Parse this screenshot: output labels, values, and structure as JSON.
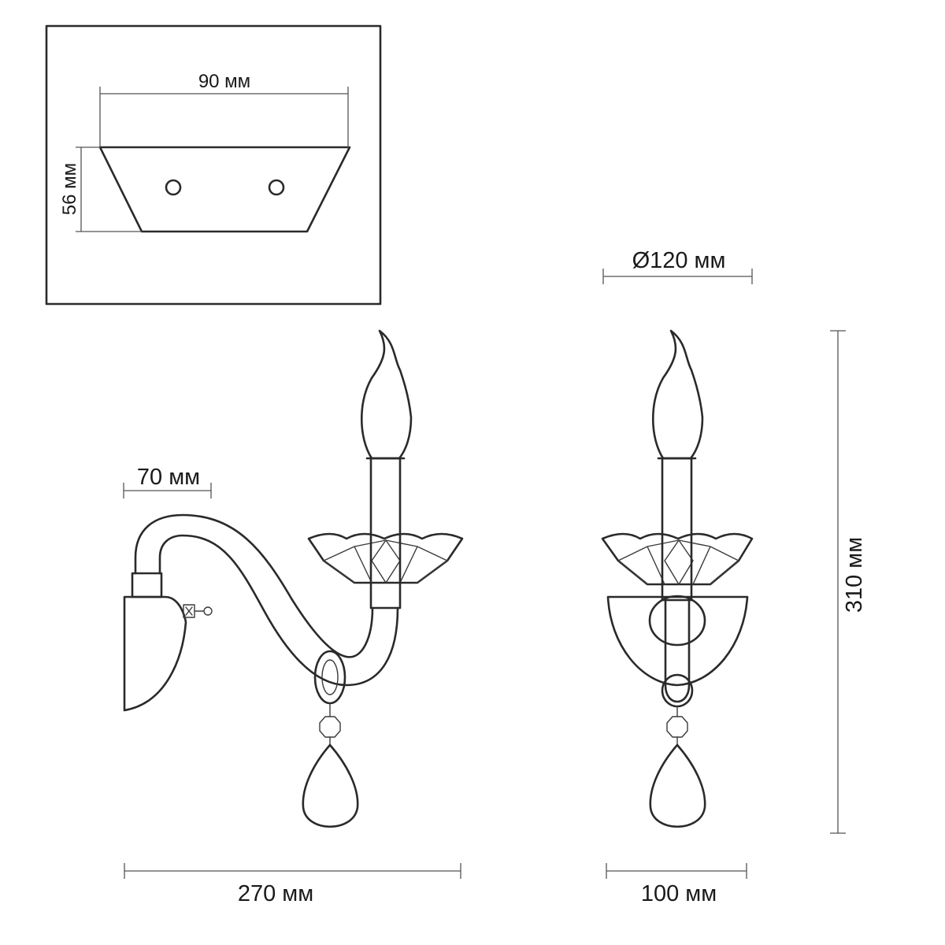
{
  "dimensions": {
    "base_width": "90 мм",
    "base_height": "56 мм",
    "diameter": "Ø120 мм",
    "wall_offset": "70 мм",
    "total_depth": "270 мм",
    "front_width": "100 мм",
    "total_height": "310 мм"
  }
}
